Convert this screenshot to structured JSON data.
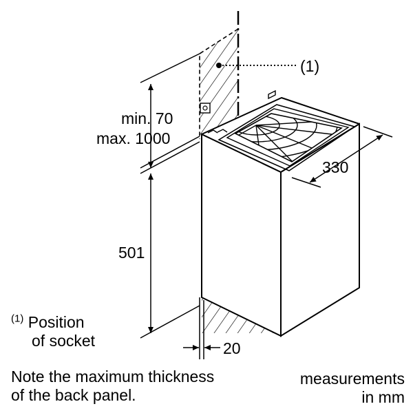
{
  "labels": {
    "socket_callout": "(1)",
    "clearance_min": "min. 70",
    "clearance_max": "max. 1000",
    "height": "501",
    "depth": "330",
    "panel_thickness": "20",
    "footnote_marker": "(1)",
    "footnote_line1": "Position",
    "footnote_line2": "of socket",
    "note_line1": "Note the maximum thickness",
    "note_line2": "of the back panel.",
    "units_line1": "measurements",
    "units_line2": "in mm"
  },
  "colors": {
    "line": "#000000",
    "background": "#ffffff"
  }
}
